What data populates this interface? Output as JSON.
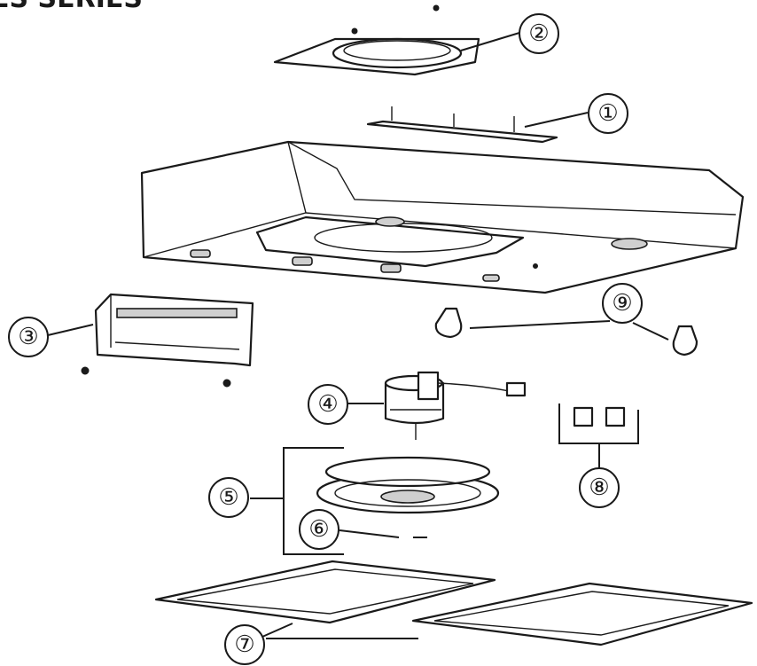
{
  "title_fragment": "ES SERIES",
  "parts": [
    {
      "key": "top-plate",
      "label": "①"
    },
    {
      "key": "duct-collar",
      "label": "②"
    },
    {
      "key": "damper-box",
      "label": "③"
    },
    {
      "key": "motor",
      "label": "④"
    },
    {
      "key": "blower-assembly",
      "label": "⑤"
    },
    {
      "key": "fan-nut",
      "label": "⑥"
    },
    {
      "key": "grease-filter",
      "label": "⑦"
    },
    {
      "key": "light-socket",
      "label": "⑧"
    },
    {
      "key": "light-bulb",
      "label": "⑨"
    }
  ],
  "colors": {
    "line": "#1a1a1a",
    "background": "#ffffff"
  }
}
